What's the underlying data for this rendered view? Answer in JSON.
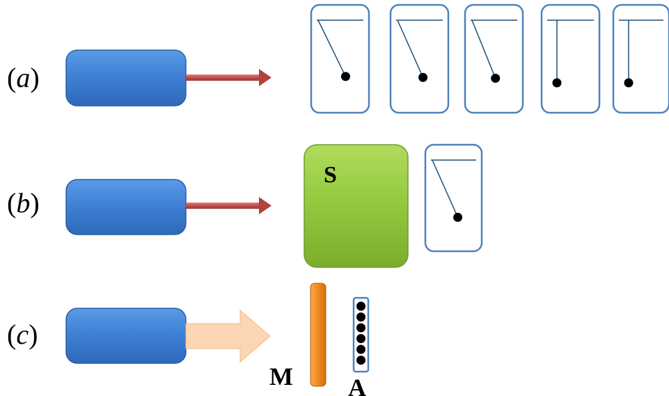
{
  "rows": [
    {
      "label": "(a)",
      "label_open": "(",
      "label_letter": "a",
      "label_close": ")"
    },
    {
      "label": "(b)",
      "label_open": "(",
      "label_letter": "b",
      "label_close": ")"
    },
    {
      "label": "(c)",
      "label_open": "(",
      "label_letter": "c",
      "label_close": ")"
    }
  ],
  "labels": {
    "screen": "S",
    "mirror": "M",
    "array": "A"
  },
  "colors": {
    "source_blue": "#3c7fd4",
    "arrow_red": "#c0504d",
    "arrow_peach": "#fcd5b4",
    "screen_green": "#92c83e",
    "mirror_orange": "#f0891f",
    "frame_stroke": "#4f81bd"
  },
  "pendulums_a": [
    {
      "angle_deg": 26,
      "deflected": true
    },
    {
      "angle_deg": 24,
      "deflected": true
    },
    {
      "angle_deg": 22,
      "deflected": true
    },
    {
      "angle_deg": 0,
      "deflected": false
    },
    {
      "angle_deg": 0,
      "deflected": false
    }
  ],
  "pendulum_b": {
    "angle_deg": 24,
    "deflected": true
  },
  "array_dots": 6
}
